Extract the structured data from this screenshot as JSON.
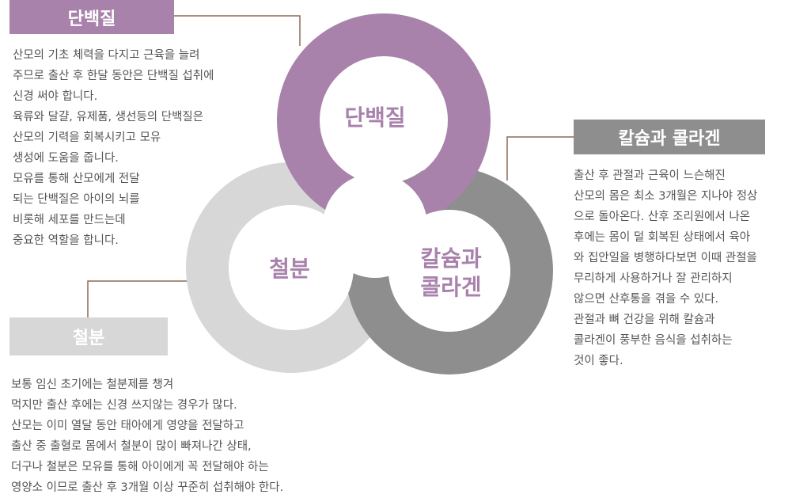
{
  "colors": {
    "protein": "#a982ac",
    "calcium": "#8e8e8e",
    "iron": "#d7d7d7",
    "text": "#555555",
    "connector": "#8b6a55"
  },
  "protein": {
    "box_label": "단백질",
    "circle_label": "단백질",
    "lines": [
      "산모의 기초 체력을 다지고 근육을 늘려",
      "주므로 출산 후 한달 동안은 단백질 섭취에",
      "신경 써야 합니다.",
      "육류와 달걀, 유제품, 생선등의 단백질은",
      "산모의 기력을 회복시키고 모유",
      "생성에 도움을 줍니다.",
      "모유를 통해 산모에게 전달",
      "되는 단백질은 아이의 뇌를",
      "비롯해 세포를 만드는데",
      "중요한 역할을 합니다."
    ]
  },
  "calcium": {
    "box_label": "칼슘과 콜라겐",
    "circle_label_line1": "칼슘과",
    "circle_label_line2": "콜라겐",
    "lines": [
      "출산 후 관절과 근육이 느슨해진",
      "산모의 몸은 최소 3개월은 지나야 정상",
      "으로 돌아온다. 산후 조리원에서 나온",
      "후에는 몸이 덜 회복된 상태에서 육아",
      "와 집안일을 병행하다보면 이때 관절을",
      "무리하게 사용하거나 잘 관리하지",
      "않으면 산후통을 겪을 수 있다.",
      "관절과 뼈 건강을 위해 칼슘과",
      "콜라겐이 풍부한 음식을 섭취하는",
      "것이 좋다."
    ]
  },
  "iron": {
    "box_label": "철분",
    "circle_label": "철분",
    "lines": [
      "보통 임신 초기에는 철분제를 챙겨",
      "먹지만 출산 후에는 신경 쓰지않는 경우가 많다.",
      "산모는 이미 열달 동안 태아에게 영양을 전달하고",
      "출산 중 출혈로 몸에서 철분이 많이 빠져나간 상태,",
      "더구나 철분은 모유를 통해 아이에게 꼭 전달해야 하는",
      "영양소 이므로 출산 후 3개월 이상 꾸준히 섭취해야 한다."
    ]
  }
}
